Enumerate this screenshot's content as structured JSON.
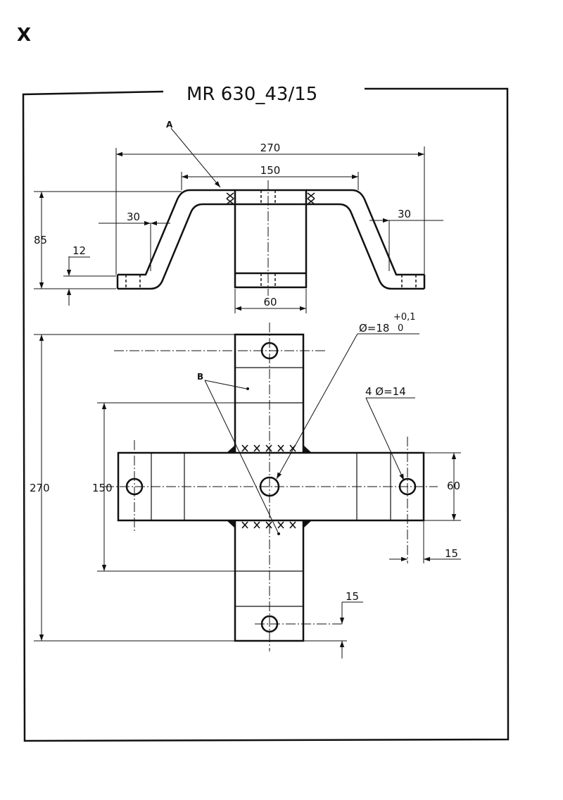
{
  "page_mark": "X",
  "drawing": {
    "title": "MR 630_43/15",
    "labels": {
      "a": "A",
      "b": "B"
    },
    "side_view_dims": {
      "overall_width": "270",
      "center_width": "150",
      "left_flange": "30",
      "right_flange": "30",
      "height": "85",
      "thickness": "12",
      "center_block_width": "60"
    },
    "plan_view_dims": {
      "overall_length": "270",
      "bar_span": "150",
      "bar_width": "60",
      "hole_offset_x": "15",
      "hole_offset_y": "15",
      "center_hole_prefix": "Ø=18",
      "center_hole_tol_upper": "+0,1",
      "center_hole_tol_lower": "0",
      "holes": "4 Ø=14"
    }
  },
  "colors": {
    "ink": "#111111",
    "paper": "#ffffff"
  }
}
